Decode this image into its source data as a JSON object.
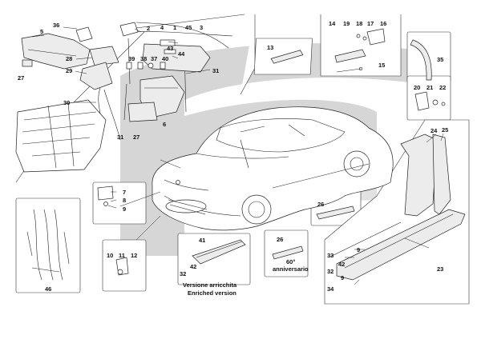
{
  "captions": {
    "enriched_it": "Versione arricchita",
    "enriched_en": "Enriched version",
    "anniv_label": "60°",
    "anniv_text": "anniversario"
  },
  "callouts": {
    "c1": "1",
    "c2": "2",
    "c3": "3",
    "c4": "4",
    "c5": "5",
    "c6": "6",
    "c7": "7",
    "c8": "8",
    "c9a": "9",
    "c9b": "9",
    "c9c": "9",
    "c10": "10",
    "c11": "11",
    "c12": "12",
    "c13": "13",
    "c14": "14",
    "c15": "15",
    "c16": "16",
    "c17": "17",
    "c18": "18",
    "c19": "19",
    "c20": "20",
    "c21": "21",
    "c22": "22",
    "c23": "23",
    "c24": "24",
    "c25": "25",
    "c26a": "26",
    "c26b": "26",
    "c27a": "27",
    "c27b": "27",
    "c28": "28",
    "c29": "29",
    "c30": "30",
    "c31a": "31",
    "c31b": "31",
    "c32a": "32",
    "c32b": "32",
    "c33": "33",
    "c34": "34",
    "c35": "35",
    "c36": "36",
    "c37": "37",
    "c38": "38",
    "c39": "39",
    "c40": "40",
    "c41": "41",
    "c42a": "42",
    "c42b": "42",
    "c43": "43",
    "c44": "44",
    "c45": "45",
    "c46": "46"
  },
  "colors": {
    "watermark": "#d6d6d6",
    "stroke": "#222222",
    "background": "#ffffff"
  }
}
